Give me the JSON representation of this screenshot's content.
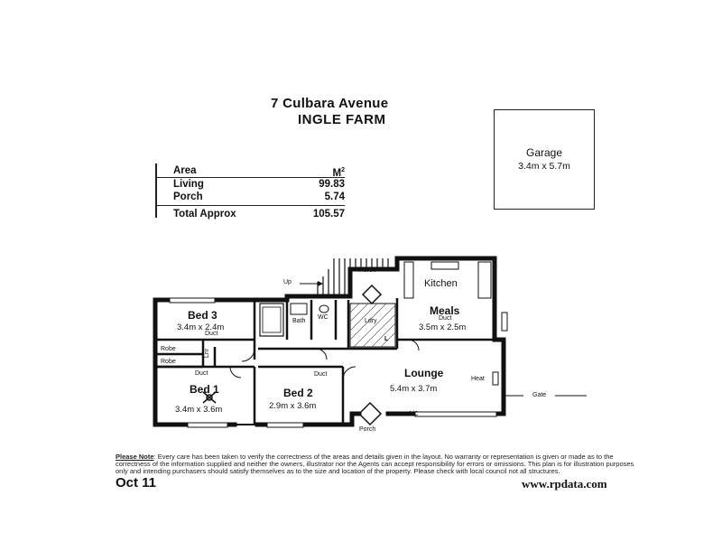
{
  "header": {
    "address_line1": "7 Culbara Avenue",
    "address_line2": "INGLE FARM"
  },
  "area_table": {
    "head_label": "Area",
    "head_unit": "M",
    "head_unit_sup": "2",
    "rows": [
      {
        "label": "Living",
        "value": "99.83"
      },
      {
        "label": "Porch",
        "value": "5.74"
      }
    ],
    "total_label": "Total Approx",
    "total_value": "105.57"
  },
  "garage": {
    "label": "Garage",
    "dims": "3.4m x 5.7m"
  },
  "rooms": {
    "bed3": {
      "name": "Bed 3",
      "dims": "3.4m x 2.4m"
    },
    "bed1": {
      "name": "Bed 1",
      "dims": "3.4m x 3.6m"
    },
    "bed2": {
      "name": "Bed 2",
      "dims": "2.9m x 3.6m"
    },
    "meals": {
      "name": "Meals",
      "dims": "3.5m x 2.5m"
    },
    "lounge": {
      "name": "Lounge",
      "dims": "5.4m x 3.7m"
    },
    "kitchen": {
      "name": "Kitchen"
    }
  },
  "labels": {
    "porch_top": "Porch",
    "porch_bottom": "Porch",
    "up": "Up",
    "bath": "Bath",
    "wc": "WC",
    "ldry": "Ldry",
    "robe1": "Robe",
    "robe2": "Robe",
    "lnr": "Lnr",
    "duct1": "Duct",
    "duct2": "Duct",
    "duct3": "Duct",
    "duct4": "Duct",
    "heat": "Heat",
    "ac": "A/C",
    "gate": "Gate",
    "l": "L"
  },
  "footer": {
    "note_title": "Please Note",
    "note_text": ": Every care has been taken to verify the correctness of the areas and details given in the layout. No warranty or representation is given or made as to the correctness of the information supplied and neither the owners, illustrator nor the Agents can accept responsibility for errors or omissions. This plan is for illustration purposes only and intending purchasers should satisfy themselves as to the size and location of the property. Please check with local council not all structures.",
    "date": "Oct 11",
    "url": "www.rpdata.com"
  }
}
